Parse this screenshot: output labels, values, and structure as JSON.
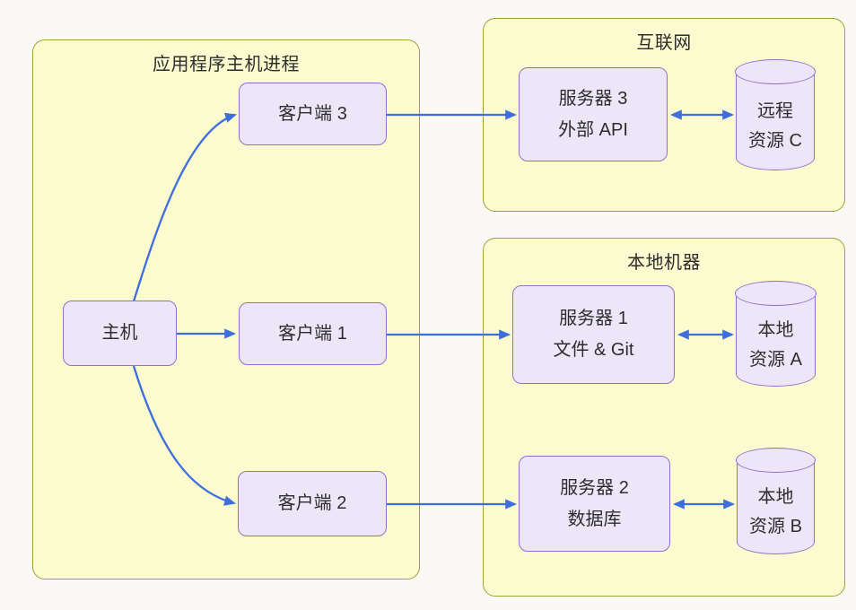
{
  "diagram": {
    "groups": {
      "host_process": {
        "title": "应用程序主机进程"
      },
      "internet": {
        "title": "互联网"
      },
      "local_machine": {
        "title": "本地机器"
      }
    },
    "nodes": {
      "host": {
        "label": "主机"
      },
      "client3": {
        "label": "客户端 3"
      },
      "client1": {
        "label": "客户端 1"
      },
      "client2": {
        "label": "客户端 2"
      },
      "server3": {
        "line1": "服务器 3",
        "line2": "外部 API"
      },
      "server1": {
        "line1": "服务器 1",
        "line2": "文件 & Git"
      },
      "server2": {
        "line1": "服务器 2",
        "line2": "数据库"
      },
      "resource_c": {
        "line1": "远程",
        "line2": "资源 C"
      },
      "resource_a": {
        "line1": "本地",
        "line2": "资源 A"
      },
      "resource_b": {
        "line1": "本地",
        "line2": "资源 B"
      }
    },
    "connections": [
      {
        "from": "host",
        "to": "client3",
        "direction": "one-way"
      },
      {
        "from": "host",
        "to": "client1",
        "direction": "one-way"
      },
      {
        "from": "host",
        "to": "client2",
        "direction": "one-way"
      },
      {
        "from": "client3",
        "to": "server3",
        "direction": "one-way"
      },
      {
        "from": "client1",
        "to": "server1",
        "direction": "one-way"
      },
      {
        "from": "client2",
        "to": "server2",
        "direction": "one-way"
      },
      {
        "from": "server3",
        "to": "resource_c",
        "direction": "two-way"
      },
      {
        "from": "server1",
        "to": "resource_a",
        "direction": "two-way"
      },
      {
        "from": "server2",
        "to": "resource_b",
        "direction": "two-way"
      }
    ],
    "colors": {
      "background": "#FAF9F5",
      "group_fill": "#FBFBCF",
      "group_border": "#9CA23B",
      "node_fill": "#ECE6F8",
      "node_border": "#9070C8",
      "arrow": "#3E6EDE",
      "text": "#2D2D2D"
    }
  }
}
